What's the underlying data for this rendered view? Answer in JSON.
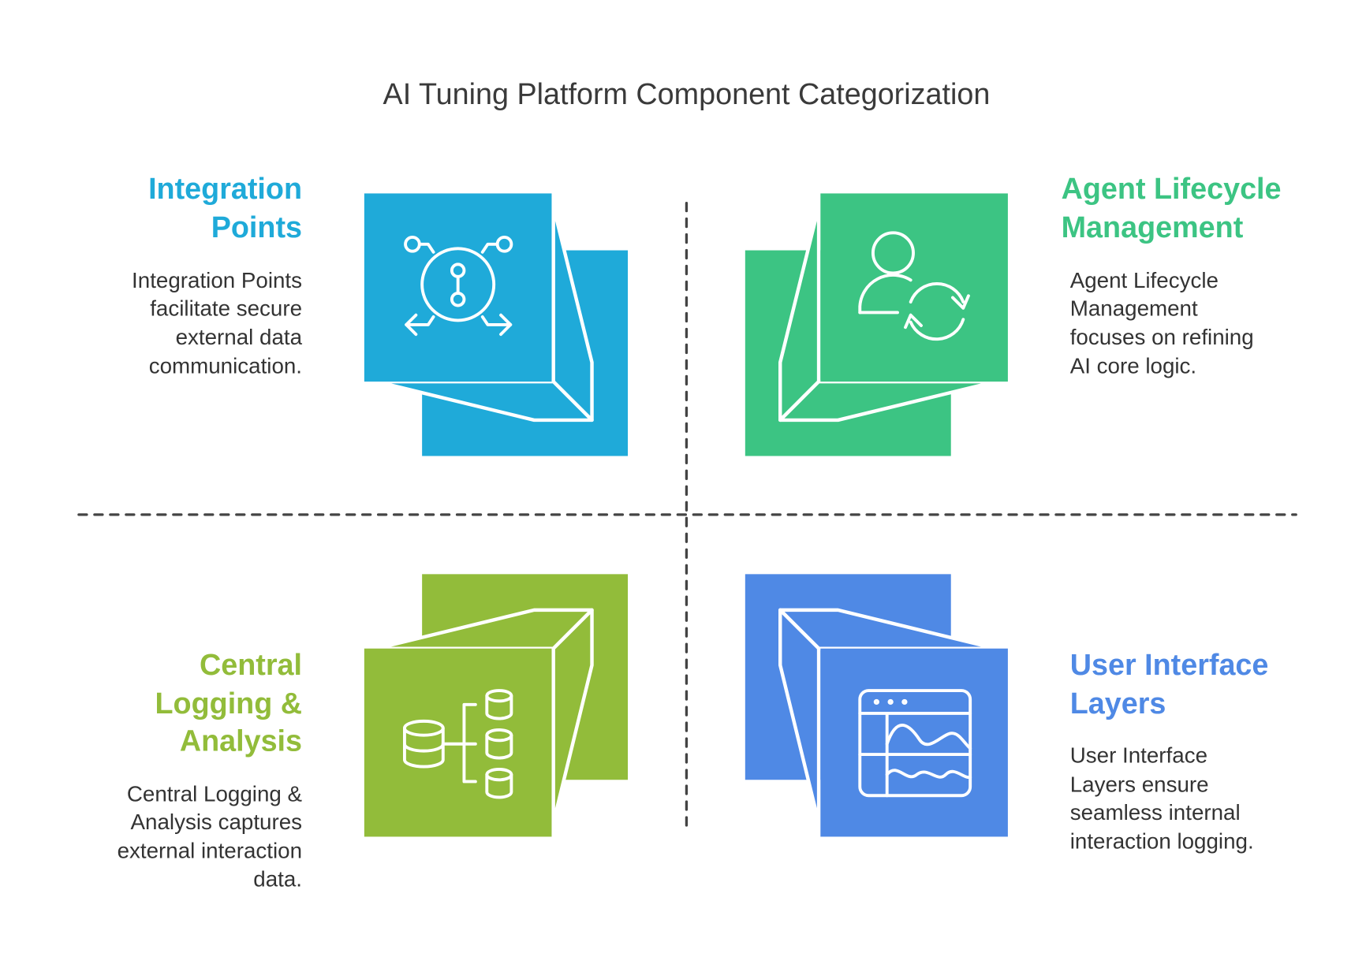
{
  "title": "AI Tuning Platform Component Categorization",
  "quadrants": [
    {
      "heading": [
        "Integration",
        "Points"
      ],
      "body": [
        "Integration Points",
        "facilitate secure",
        "external data",
        "communication."
      ],
      "color": "#1FAAD9",
      "icon": "network-hub-icon"
    },
    {
      "heading": [
        "Agent Lifecycle",
        "Management"
      ],
      "body": [
        "Agent Lifecycle",
        "Management",
        "focuses on refining",
        "AI core logic."
      ],
      "color": "#3CC483",
      "icon": "user-refresh-icon"
    },
    {
      "heading": [
        "Central",
        "Logging &",
        "Analysis"
      ],
      "body": [
        "Central Logging &",
        "Analysis captures",
        "external interaction",
        "data."
      ],
      "color": "#92BC3A",
      "icon": "database-tree-icon"
    },
    {
      "heading": [
        "User Interface",
        "Layers"
      ],
      "body": [
        "User Interface",
        "Layers ensure",
        "seamless internal",
        "interaction logging."
      ],
      "color": "#4F89E5",
      "icon": "browser-chart-icon"
    }
  ]
}
